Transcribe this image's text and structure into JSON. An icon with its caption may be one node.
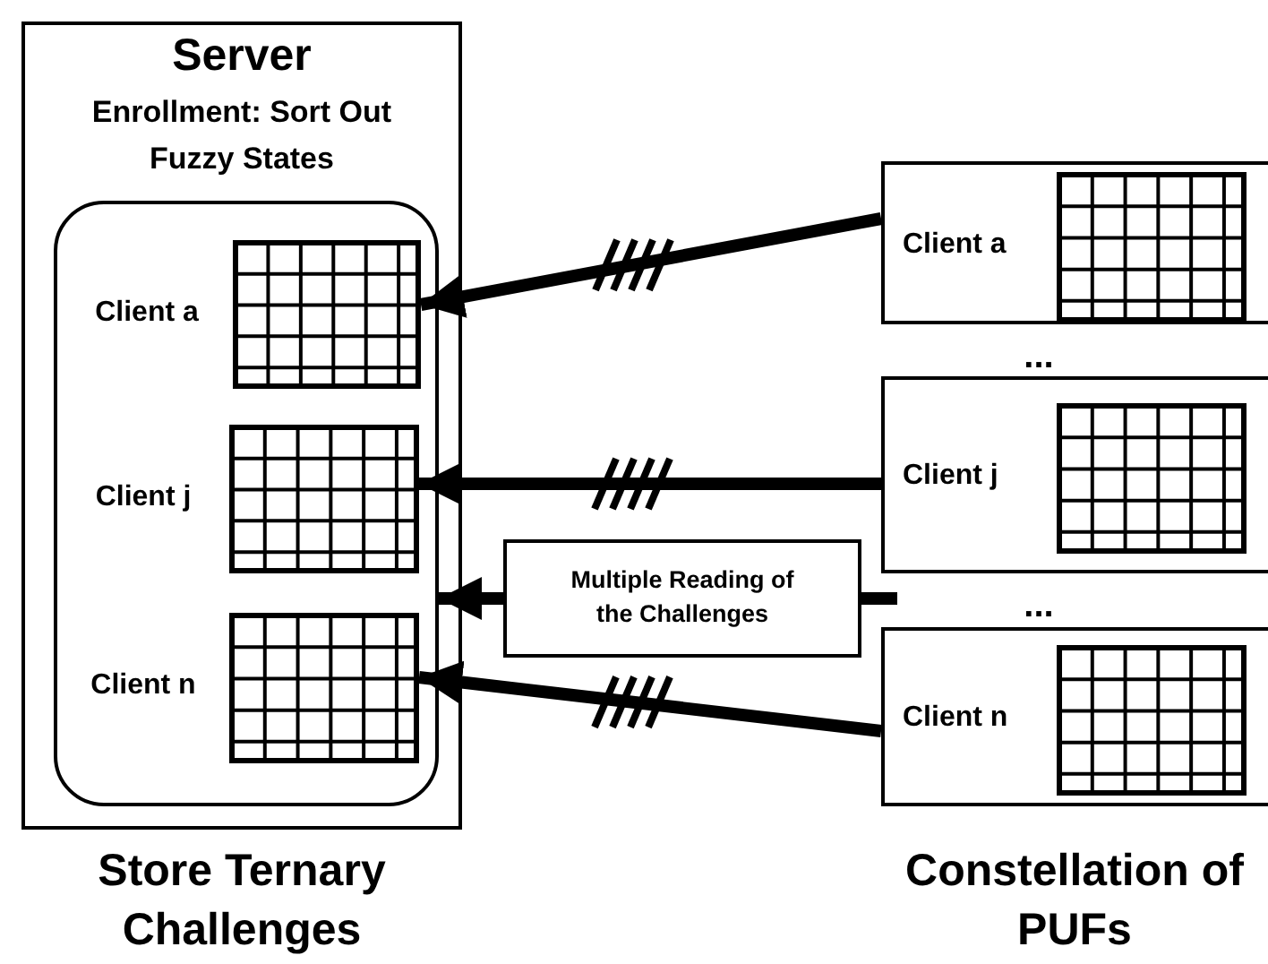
{
  "diagram": {
    "nodes": [
      {
        "text": [
          "Server",
          "Enrollment: Sort Out Fuzzy States"
        ]
      },
      {
        "text": [],
        "shape": "box",
        "in": 0
      },
      {
        "text": [],
        "shape": "grid",
        "in": 1,
        "beside": [
          "Client a"
        ]
      },
      {
        "text": [],
        "shape": "grid",
        "in": 1,
        "beside": [
          "Client j"
        ]
      },
      {
        "text": [],
        "shape": "grid",
        "in": 1,
        "beside": [
          "Client n"
        ]
      },
      {
        "text": [
          "Client a"
        ]
      },
      {
        "text": [
          "Client j"
        ]
      },
      {
        "text": [
          "Multiple Reading of the Challenges"
        ]
      },
      {
        "text": [
          "Client n"
        ]
      }
    ],
    "edges": [
      {
        "from": 5,
        "to": 2,
        "arrow": "to"
      },
      {
        "from": 6,
        "to": 3,
        "arrow": "to"
      },
      {
        "from": 7,
        "to": 1,
        "arrow": "to"
      },
      {
        "from": null,
        "to": 7,
        "arrow": "none"
      },
      {
        "from": 8,
        "to": 4,
        "arrow": "to"
      }
    ],
    "labels": [
      "...",
      "...",
      "Store Ternary Challenges",
      "Constellation of PUFs"
    ]
  }
}
